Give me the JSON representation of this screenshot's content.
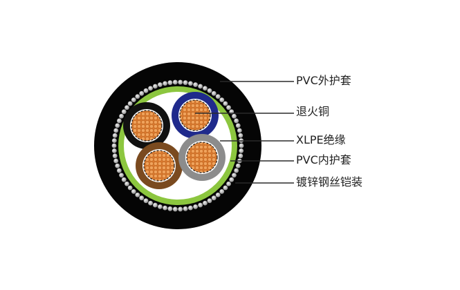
{
  "labels": {
    "outer_sheath": "PVC外护套",
    "conductor": "退火铜",
    "insulation": "XLPE绝缘",
    "inner_sheath": "PVC内护套",
    "armour": "镀锌钢丝铠装"
  },
  "colors": {
    "outer_sheath": "#050505",
    "armour_wire": "#bdbdbd",
    "inner_sheath": "#8cc63f",
    "filler": "#ffffff",
    "core_black": "#111111",
    "core_blue": "#1f2a8c",
    "core_brown": "#7a4a1f",
    "core_grey": "#8c8c8c",
    "copper": "#e58a3a",
    "leader_line": "#2a2a2a"
  }
}
